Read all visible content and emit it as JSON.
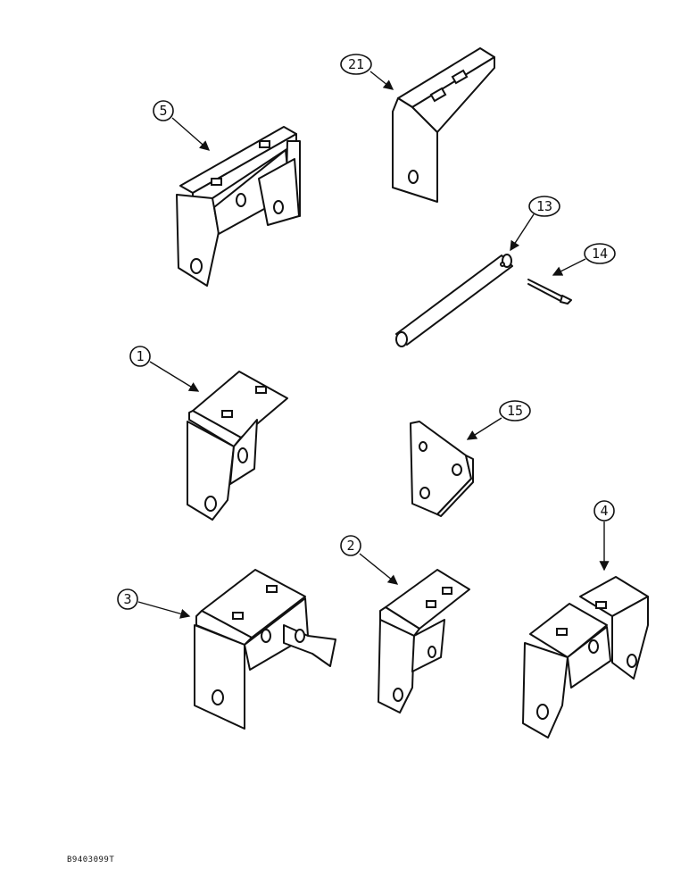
{
  "callouts": {
    "c5": "5",
    "c21": "21",
    "c13": "13",
    "c14": "14",
    "c1": "1",
    "c15": "15",
    "c2": "2",
    "c3": "3",
    "c4": "4"
  },
  "drawing_ref": "B9403099T",
  "colors": {
    "line": "#111111",
    "background": "#ffffff"
  }
}
